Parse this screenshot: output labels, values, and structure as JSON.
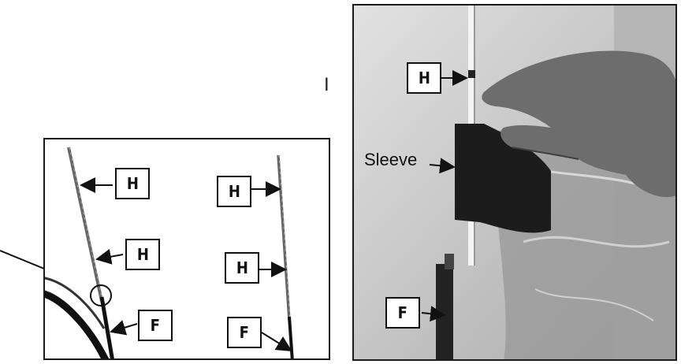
{
  "step_marker": "I",
  "left_panel": {
    "labels": {
      "h1": "H",
      "h2": "H",
      "h3": "H",
      "h4": "H",
      "f1": "F",
      "f2": "F"
    }
  },
  "right_panel": {
    "sleeve_label": "Sleeve",
    "labels": {
      "h": "H",
      "f": "F"
    }
  },
  "colors": {
    "border": "#1a1a1a",
    "photo_background": "#cfcfcf",
    "rod": "#555555"
  }
}
